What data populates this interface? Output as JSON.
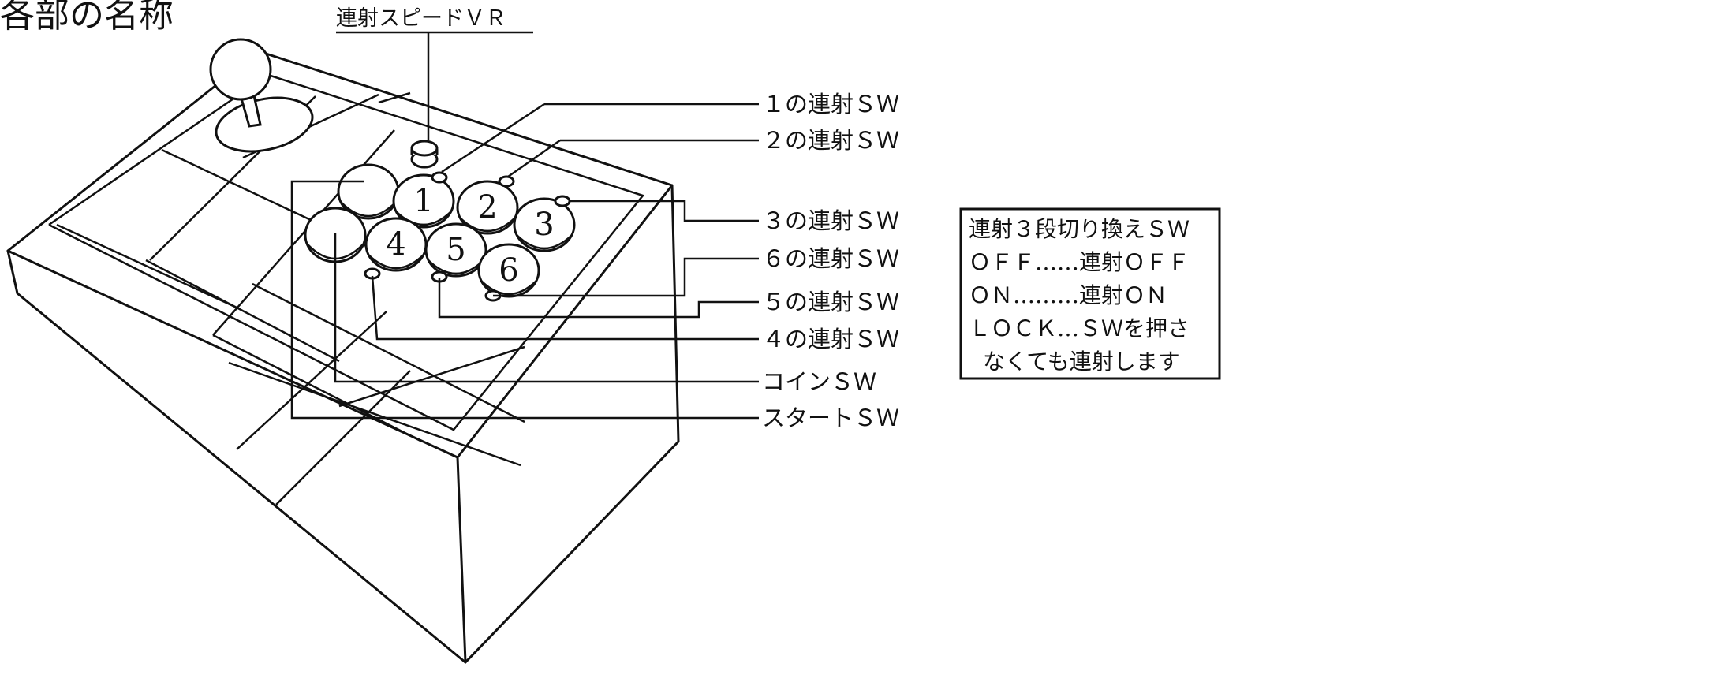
{
  "title": "各部の名称",
  "labels": {
    "speed_vr": "連射スピードＶＲ",
    "sw1": "１の連射ＳＷ",
    "sw2": "２の連射ＳＷ",
    "sw3": "３の連射ＳＷ",
    "sw6": "６の連射ＳＷ",
    "sw5": "５の連射ＳＷ",
    "sw4": "４の連射ＳＷ",
    "coin": "コインＳＷ",
    "start": "スタートＳＷ"
  },
  "buttons": [
    "1",
    "2",
    "3",
    "4",
    "5",
    "6"
  ],
  "legend": {
    "line1": "連射３段切り換えＳＷ",
    "line2": "ＯＦＦ……連射ＯＦＦ",
    "line3": "ＯＮ………連射ＯＮ",
    "line4": "ＬＯＣＫ…ＳＷを押さ",
    "line5": "なくても連射します"
  }
}
